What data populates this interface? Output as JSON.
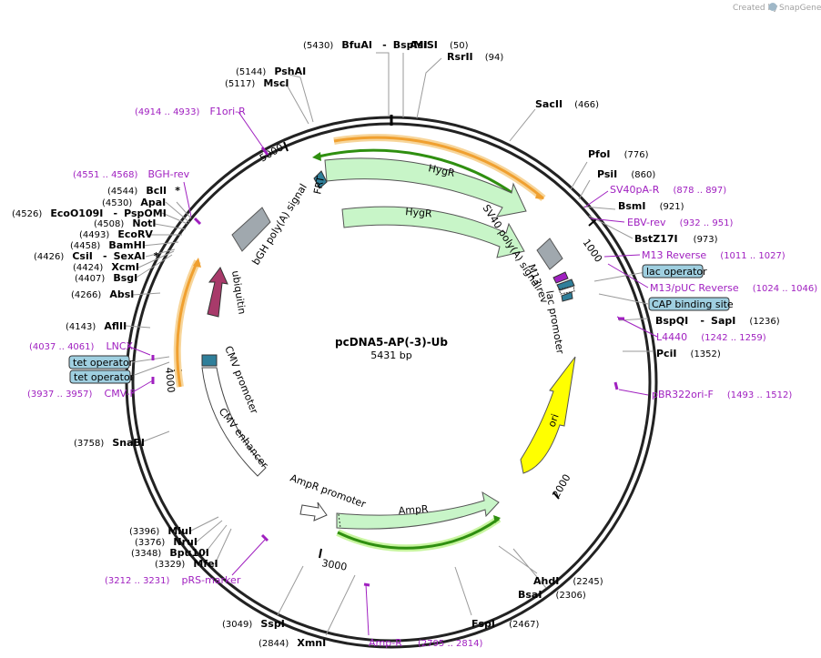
{
  "credit": {
    "prefix": "Created by",
    "brand": "SnapGene",
    "colors": {
      "text": "#a0a0a0",
      "logo": "#9fb8c8"
    }
  },
  "plasmid": {
    "name": "pcDNA5-AP(-3)-Ub",
    "length_label": "5431 bp",
    "length": 5431
  },
  "ticks": [
    {
      "label": "1000",
      "bp": 1000
    },
    {
      "label": "2000",
      "bp": 2000
    },
    {
      "label": "3000",
      "bp": 3000
    },
    {
      "label": "4000",
      "bp": 4000
    },
    {
      "label": "5000",
      "bp": 5000
    }
  ],
  "colors": {
    "backbone": "#222222",
    "enzyme_text": "#000000",
    "primer": "#a020c0",
    "feature_box": "#9fcfe0",
    "hygR": "#c8f5c8",
    "ampR": "#c8f5c8",
    "ori": "#ffff00",
    "ubiquitin": "#a83a6a",
    "polyA": "#a0a8ae",
    "frt": "#2f7f9a",
    "lac_operator": "#2f7f9a",
    "orf_orange": "#f0a030",
    "orf_green": "#2f8f10"
  },
  "enzymes": [
    {
      "name": "BfuAI",
      "name2": "BspMI",
      "pos": "(5430)"
    },
    {
      "name": "AsiSI",
      "pos": "(50)"
    },
    {
      "name": "RsrII",
      "pos": "(94)"
    },
    {
      "name": "PshAI",
      "pos": "(5144)"
    },
    {
      "name": "MscI",
      "pos": "(5117)"
    },
    {
      "name": "SacII",
      "pos": "(466)"
    },
    {
      "name": "PfoI",
      "pos": "(776)"
    },
    {
      "name": "PsiI",
      "pos": "(860)"
    },
    {
      "name": "BsmI",
      "pos": "(921)"
    },
    {
      "name": "BstZ17I",
      "pos": "(973)"
    },
    {
      "name": "BclI",
      "star": "*",
      "pos": "(4544)"
    },
    {
      "name": "ApaI",
      "pos": "(4530)"
    },
    {
      "name": "EcoO109I",
      "name2": "PspOMI",
      "pos": "(4526)"
    },
    {
      "name": "NotI",
      "pos": "(4508)"
    },
    {
      "name": "EcoRV",
      "pos": "(4493)"
    },
    {
      "name": "BamHI",
      "pos": "(4458)"
    },
    {
      "name": "CsiI",
      "name2": "SexAI",
      "star": "*",
      "pos": "(4426)"
    },
    {
      "name": "XcmI",
      "pos": "(4424)"
    },
    {
      "name": "BsgI",
      "pos": "(4407)"
    },
    {
      "name": "AbsI",
      "pos": "(4266)"
    },
    {
      "name": "AflII",
      "pos": "(4143)"
    },
    {
      "name": "BspQI",
      "name2": "SapI",
      "pos": "(1236)"
    },
    {
      "name": "PciI",
      "pos": "(1352)"
    },
    {
      "name": "SnaBI",
      "pos": "(3758)"
    },
    {
      "name": "MluI",
      "pos": "(3396)"
    },
    {
      "name": "NruI",
      "pos": "(3376)"
    },
    {
      "name": "Bpu10I",
      "pos": "(3348)"
    },
    {
      "name": "MfeI",
      "pos": "(3329)"
    },
    {
      "name": "SspI",
      "pos": "(3049)"
    },
    {
      "name": "XmnI",
      "pos": "(2844)"
    },
    {
      "name": "AhdI",
      "pos": "(2245)"
    },
    {
      "name": "BsaI",
      "pos": "(2306)"
    },
    {
      "name": "FspI",
      "pos": "(2467)"
    }
  ],
  "primers": [
    {
      "name": "F1ori-R",
      "range": "(4914 .. 4933)"
    },
    {
      "name": "BGH-rev",
      "range": "(4551 .. 4568)"
    },
    {
      "name": "SV40pA-R",
      "range": "(878 .. 897)"
    },
    {
      "name": "EBV-rev",
      "range": "(932 .. 951)"
    },
    {
      "name": "M13 Reverse",
      "range": "(1011 .. 1027)"
    },
    {
      "name": "M13/pUC Reverse",
      "range": "(1024 .. 1046)"
    },
    {
      "name": "L4440",
      "range": "(1242 .. 1259)"
    },
    {
      "name": "pBR322ori-F",
      "range": "(1493 .. 1512)"
    },
    {
      "name": "LNCX",
      "range": "(4037 .. 4061)"
    },
    {
      "name": "CMV-F",
      "range": "(3937 .. 3957)"
    },
    {
      "name": "pRS-marker",
      "range": "(3212 .. 3231)"
    },
    {
      "name": "Amp-R",
      "range": "(2795 .. 2814)"
    }
  ],
  "boxed_features": {
    "lac_operator": "lac operator",
    "cap_site": "CAP binding site",
    "tet_operator_1": "tet operator",
    "tet_operator_2": "tet operator"
  },
  "features": {
    "hygR_outer": "HygR",
    "hygR_inner": "HygR",
    "frt": "FRT",
    "bgh_polyA": "bGH poly(A) signal",
    "sv40_polyA": "SV40 poly(A) signal",
    "m13_rev": "M13 rev",
    "lac_promoter": "lac promoter",
    "ubiquitin": "ubiquitin",
    "cmv_promoter": "CMV promoter",
    "cmv_enhancer": "CMV enhancer",
    "ori": "ori",
    "ampR": "AmpR",
    "ampR_promoter": "AmpR promoter"
  }
}
